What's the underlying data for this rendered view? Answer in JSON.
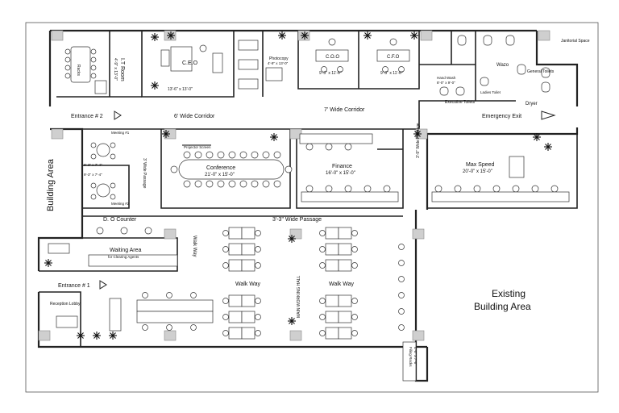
{
  "labels": {
    "it_room": "I.T Room",
    "it_room_dim": "4'-9\" x 13'-0\"",
    "rack": "Racks",
    "ceo": "C.E.O",
    "ceo_dim": "13'-6\" x 13'-0\"",
    "photocopy": "Photocopy",
    "photocopy_dim": "4'-9\" x 13'-0\"",
    "coo": "C.O.O",
    "coo_dim": "9'-3\" x 11'-6\"",
    "cfo": "C.F.O",
    "cfo_dim": "9'-3\" x 11'-6\"",
    "wazo": "Wazo",
    "general_toilets": "General Toilets",
    "janitorial": "Janitorial Space",
    "hand_wash": "Hand Wash",
    "hand_wash_dim": "8'-0\" x 9'-0\"",
    "executive_toilets": "Executive Toilets",
    "ladies_toilet": "Ladies Toilet",
    "dryer": "Dryer",
    "entrance2": "Entrance # 2",
    "corridor6": "6' Wide Corridor",
    "corridor7": "7' Wide Corridor",
    "emergency_exit": "Emergency Exit",
    "building_area": "Building Area",
    "meeting1": "Meeting #1",
    "meeting2": "Meeting #2",
    "meeting_dim": "9'-3\" x 7'-4\"",
    "passage3": "3' Wide Passage",
    "projector_screen": "Projector Screen",
    "conference": "Conference",
    "conference_dim": "21'-0\" x 15'-0\"",
    "finance": "Finance",
    "finance_dim": "16'-0\" x 15'-0\"",
    "passage39": "3'-9\" Wide Passage",
    "max_speed": "Max Speed",
    "max_speed_dim": "20'-0\" x 15'-0\"",
    "do_counter": "D. O Counter",
    "passage33": "3'-3\" Wide Passage",
    "waiting_area": "Waiting Area",
    "waiting_sub": "for Clearing Agents",
    "walk_way_v": "Walk Way",
    "walk_way_1": "Walk Way",
    "walk_way_2": "Walk Way",
    "main_hall": "MAIN WORKING HALL",
    "entrance1": "Entrance # 1",
    "reception": "Reception Lobby",
    "existing1": "Existing",
    "existing2": "Building Area",
    "filing_racks": "Filing Racks",
    "filing_dim": "4'-0\" x 7'-6\""
  }
}
